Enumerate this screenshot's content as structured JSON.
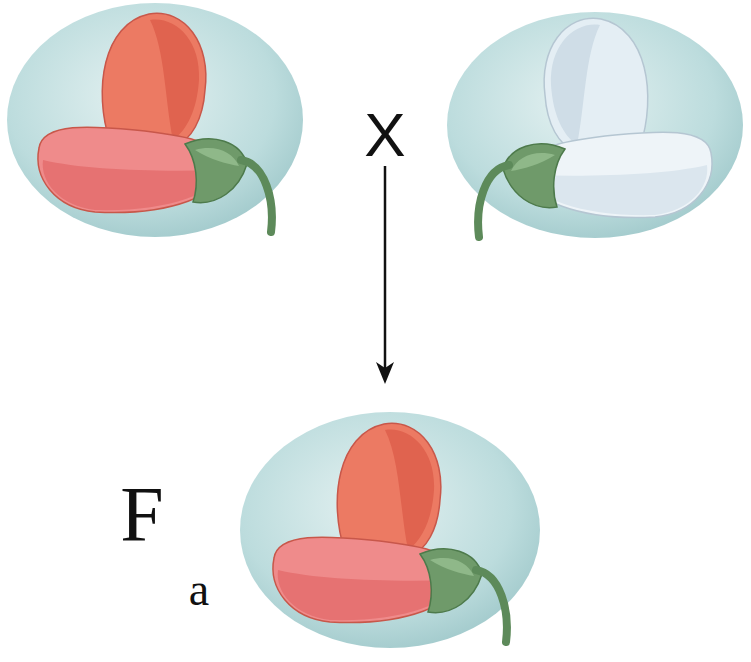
{
  "diagram": {
    "labels": [
      "X",
      "F",
      "a"
    ]
  }
}
